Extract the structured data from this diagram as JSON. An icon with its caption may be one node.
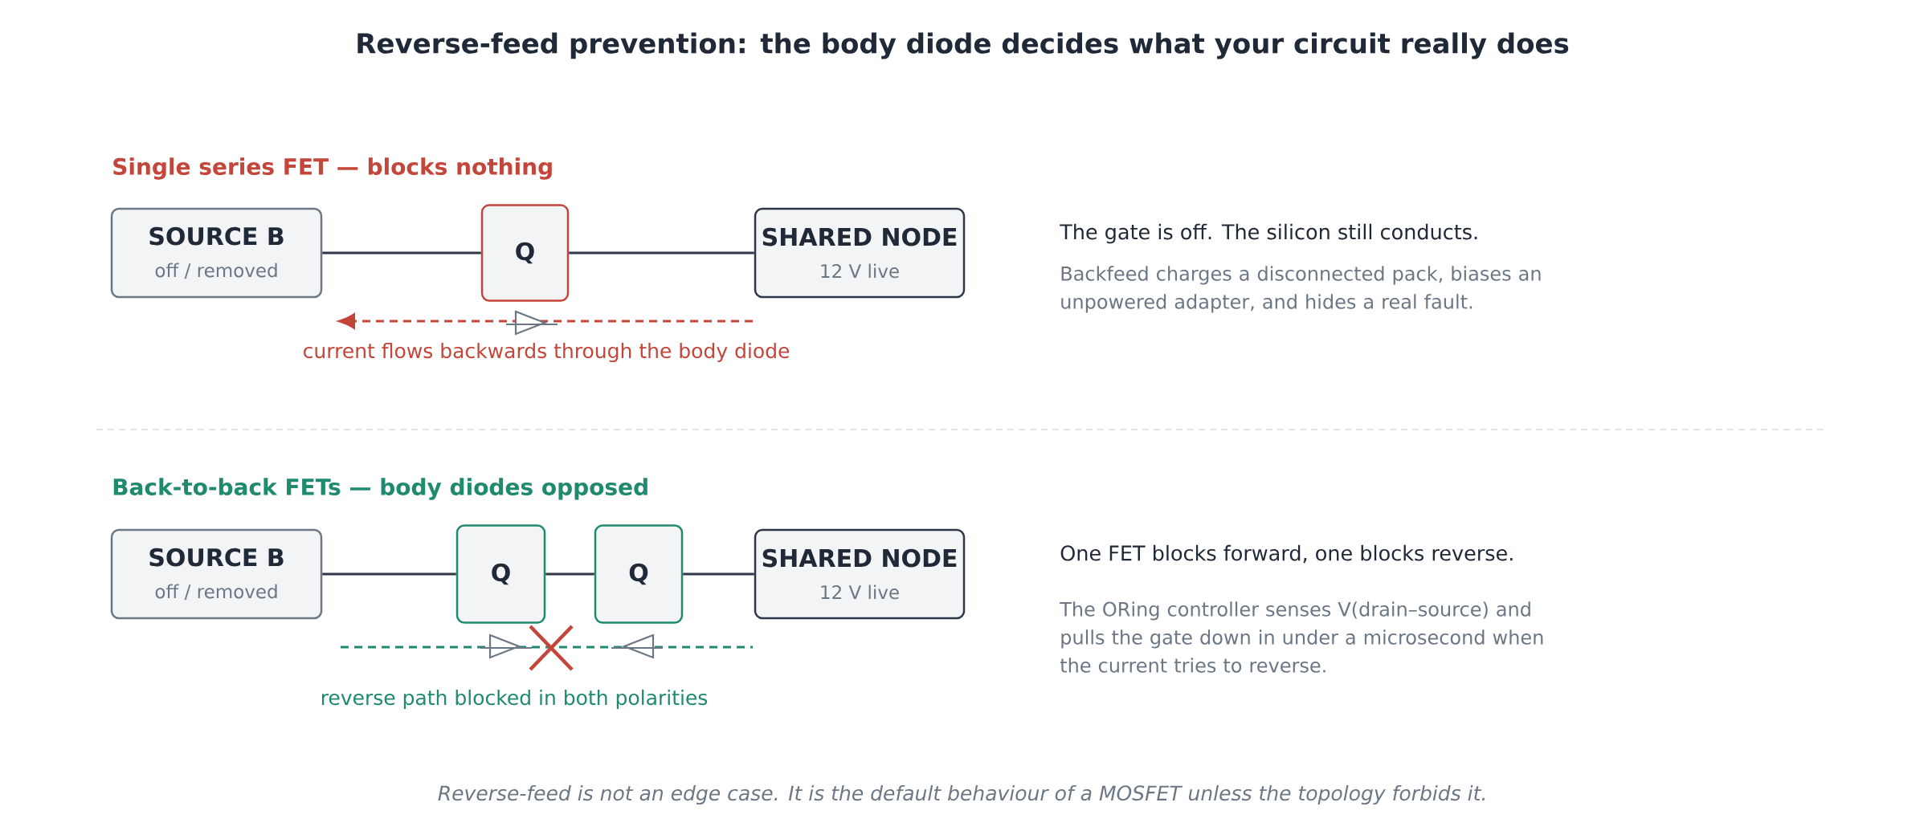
{
  "diagram": {
    "title": "Reverse-feed prevention: the body diode decides what your circuit really does",
    "caption": "Reverse-feed is not an edge case. It is the default behaviour of a MOSFET unless the topology forbids it.",
    "nodes": [
      {
        "text": [
          "SOURCE B",
          "off / removed"
        ]
      },
      {
        "text": [
          "Q"
        ]
      },
      {
        "text": [
          "SHARED NODE",
          "12 V live"
        ]
      },
      {
        "text": [
          "SOURCE B",
          "off / removed"
        ]
      },
      {
        "text": [
          "Q"
        ]
      },
      {
        "text": [
          "Q"
        ]
      },
      {
        "text": [
          "SHARED NODE",
          "12 V live"
        ]
      }
    ],
    "edges": [
      {
        "from": 0,
        "to": 1,
        "arrow": "none"
      },
      {
        "from": 1,
        "to": 2,
        "arrow": "none"
      },
      {
        "from": 3,
        "to": 4,
        "arrow": "none"
      },
      {
        "from": 4,
        "to": 5,
        "arrow": "none"
      },
      {
        "from": 5,
        "to": 6,
        "arrow": "none"
      }
    ],
    "labels": [
      "Single series FET — blocks nothing",
      "The gate is off. The silicon still conducts.",
      "Backfeed charges a disconnected pack, biases an unpowered adapter, and hides a real fault.",
      "current flows backwards through the body diode",
      "Back-to-back FETs — body diodes opposed",
      "One FET blocks forward, one blocks reverse.",
      "The ORing controller senses V(drain–source) and pulls the gate down in under a microsecond when the current tries to reverse.",
      "reverse path blocked in both polarities"
    ]
  }
}
